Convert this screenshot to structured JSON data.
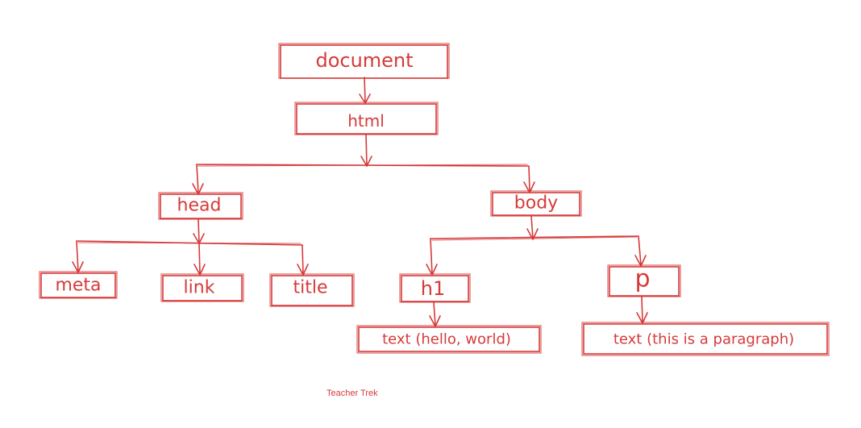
{
  "nodes": {
    "document": "document",
    "html": "html",
    "head": "head",
    "body": "body",
    "meta": "meta",
    "link": "link",
    "title": "title",
    "h1": "h1",
    "p": "p",
    "text_h1": "text (hello, world)",
    "text_p": "text (this is a paragraph)"
  },
  "edges": [
    [
      "document",
      "html"
    ],
    [
      "html",
      "head"
    ],
    [
      "html",
      "body"
    ],
    [
      "head",
      "meta"
    ],
    [
      "head",
      "link"
    ],
    [
      "head",
      "title"
    ],
    [
      "body",
      "h1"
    ],
    [
      "body",
      "p"
    ],
    [
      "h1",
      "text_h1"
    ],
    [
      "p",
      "text_p"
    ]
  ],
  "credit": "Teacher Trek",
  "colors": {
    "ink": "#d63a3a",
    "background": "#ffffff"
  }
}
